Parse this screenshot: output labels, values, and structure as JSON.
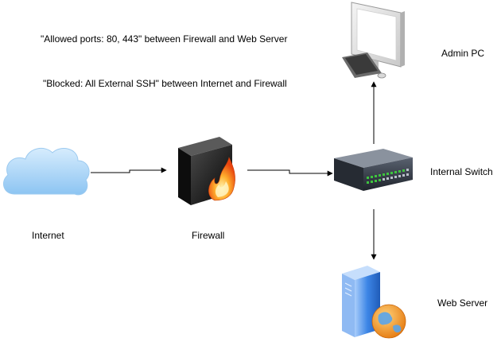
{
  "nodes": {
    "internet": {
      "label": "Internet",
      "icon": "cloud-icon"
    },
    "firewall": {
      "label": "Firewall",
      "icon": "firewall-icon"
    },
    "switch": {
      "label": "Internal Switch",
      "icon": "network-switch-icon"
    },
    "admin": {
      "label": "Admin PC",
      "icon": "desktop-computer-icon"
    },
    "webserver": {
      "label": "Web Server",
      "icon": "web-server-icon"
    }
  },
  "notes": {
    "allowed": "\"Allowed ports: 80, 443\" between Firewall and Web Server",
    "blocked": "\"Blocked: All External SSH\" between Internet and Firewall"
  },
  "edges": [
    {
      "from": "Internet",
      "to": "Firewall"
    },
    {
      "from": "Firewall",
      "to": "Internal Switch"
    },
    {
      "from": "Internal Switch",
      "to": "Admin PC"
    },
    {
      "from": "Internal Switch",
      "to": "Web Server"
    }
  ],
  "colors": {
    "connector": "#000000",
    "cloud": "#a9d3f5",
    "firewall_body": "#1c1c1c",
    "flame": "#ff7a1a",
    "switch_body": "#2d3440",
    "switch_ports": "#3ec43e",
    "server_body": "#2f73d8",
    "globe": "#f39a2a"
  }
}
